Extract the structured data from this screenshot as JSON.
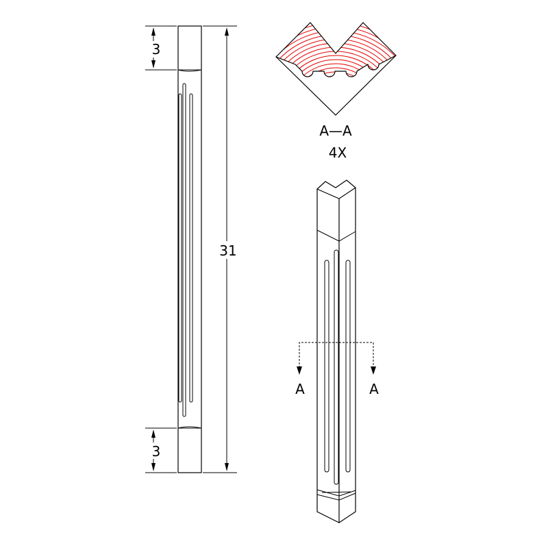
{
  "drawing": {
    "dim_top": "3",
    "dim_total": "31",
    "dim_bottom": "3",
    "section_title": "A—A",
    "section_qty": "4X",
    "cut_label_left": "A",
    "cut_label_right": "A"
  },
  "colors": {
    "line": "#000000",
    "wood_grain": "#e60000",
    "background": "#ffffff"
  }
}
